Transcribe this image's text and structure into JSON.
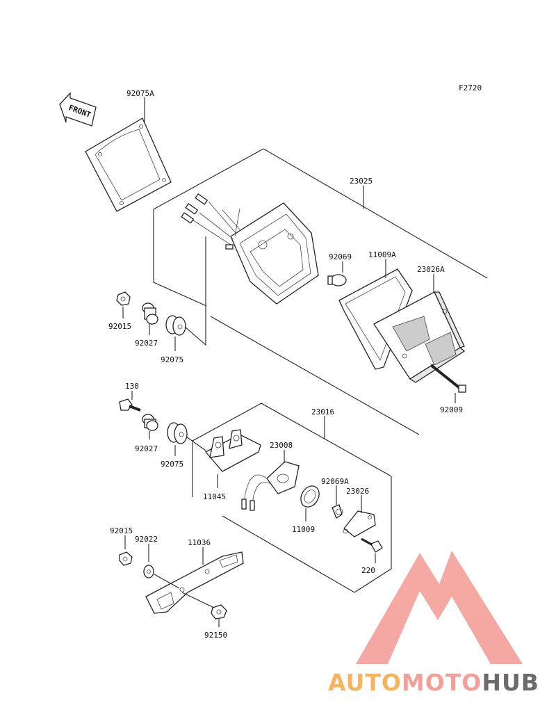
{
  "figure_code": "F2720",
  "front_label": "FRONT",
  "callouts": {
    "c92075A": "92075A",
    "c23025": "23025",
    "c92069": "92069",
    "c11009A": "11009A",
    "c23026A": "23026A",
    "c92015a": "92015",
    "c92027a": "92027",
    "c92075a": "92075",
    "c92009": "92009",
    "c130": "130",
    "c23016": "23016",
    "c92027b": "92027",
    "c92075b": "92075",
    "c23008": "23008",
    "c11045": "11045",
    "c92069A": "92069A",
    "c23026": "23026",
    "c11009": "11009",
    "c220": "220",
    "c92015b": "92015",
    "c92022": "92022",
    "c11036": "11036",
    "c92150": "92150"
  },
  "watermark": {
    "part1": "AUTO",
    "part2": "MOTO",
    "part3": "HUB",
    "color1": "#f6b45f",
    "color2": "#f4a09a",
    "color3": "#6b6b6b",
    "logo_color": "#f39a93"
  }
}
